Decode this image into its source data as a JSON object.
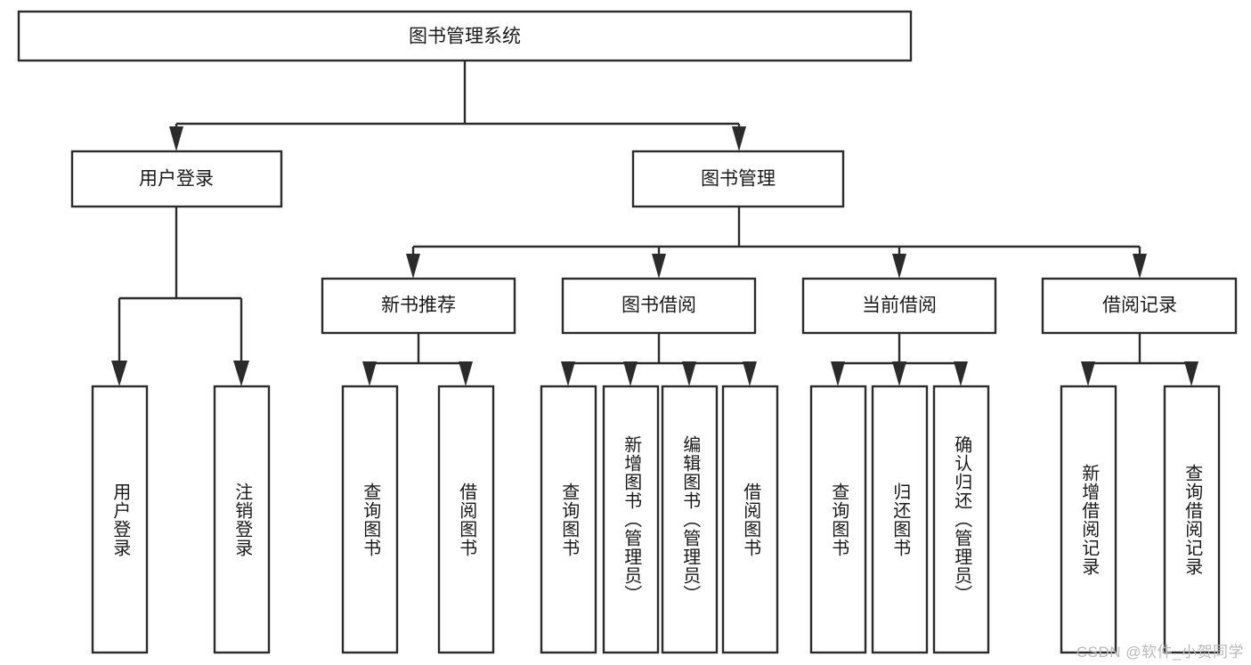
{
  "diagram": {
    "type": "tree",
    "title": "图书管理系统",
    "watermark": "CSDN @软件_小贺同学",
    "root": {
      "id": "root",
      "label": "图书管理系统",
      "orientation": "horizontal"
    },
    "level2": [
      {
        "id": "user-login",
        "label": "用户登录",
        "orientation": "horizontal"
      },
      {
        "id": "book-manage",
        "label": "图书管理",
        "orientation": "horizontal"
      }
    ],
    "level3": [
      {
        "id": "new-book-recommend",
        "label": "新书推荐",
        "orientation": "horizontal",
        "parent": "book-manage"
      },
      {
        "id": "book-borrow",
        "label": "图书借阅",
        "orientation": "horizontal",
        "parent": "book-manage"
      },
      {
        "id": "current-borrow",
        "label": "当前借阅",
        "orientation": "horizontal",
        "parent": "book-manage"
      },
      {
        "id": "borrow-record",
        "label": "借阅记录",
        "orientation": "horizontal",
        "parent": "book-manage"
      }
    ],
    "leaves": [
      {
        "id": "leaf-user-login",
        "label": "用户登录",
        "parent": "user-login",
        "orientation": "vertical"
      },
      {
        "id": "leaf-user-logout",
        "label": "注销登录",
        "parent": "user-login",
        "orientation": "vertical"
      },
      {
        "id": "leaf-query-book-1",
        "label": "查询图书",
        "parent": "new-book-recommend",
        "orientation": "vertical"
      },
      {
        "id": "leaf-borrow-book-1",
        "label": "借阅图书",
        "parent": "new-book-recommend",
        "orientation": "vertical"
      },
      {
        "id": "leaf-query-book-2",
        "label": "查询图书",
        "parent": "book-borrow",
        "orientation": "vertical"
      },
      {
        "id": "leaf-add-book",
        "label": "新增图书（管理员）",
        "parent": "book-borrow",
        "orientation": "vertical"
      },
      {
        "id": "leaf-edit-book",
        "label": "编辑图书（管理员）",
        "parent": "book-borrow",
        "orientation": "vertical"
      },
      {
        "id": "leaf-borrow-book-2",
        "label": "借阅图书",
        "parent": "book-borrow",
        "orientation": "vertical"
      },
      {
        "id": "leaf-query-book-3",
        "label": "查询图书",
        "parent": "current-borrow",
        "orientation": "vertical"
      },
      {
        "id": "leaf-return-book",
        "label": "归还图书",
        "parent": "current-borrow",
        "orientation": "vertical"
      },
      {
        "id": "leaf-confirm-return",
        "label": "确认归还（管理员）",
        "parent": "current-borrow",
        "orientation": "vertical"
      },
      {
        "id": "leaf-add-record",
        "label": "新增借阅记录",
        "parent": "borrow-record",
        "orientation": "vertical"
      },
      {
        "id": "leaf-query-record",
        "label": "查询借阅记录",
        "parent": "borrow-record",
        "orientation": "vertical"
      }
    ],
    "colors": {
      "stroke": "#2b2b2b",
      "fill": "#ffffff",
      "text": "#1a1a1a",
      "watermark": "#b9b9b9"
    }
  }
}
